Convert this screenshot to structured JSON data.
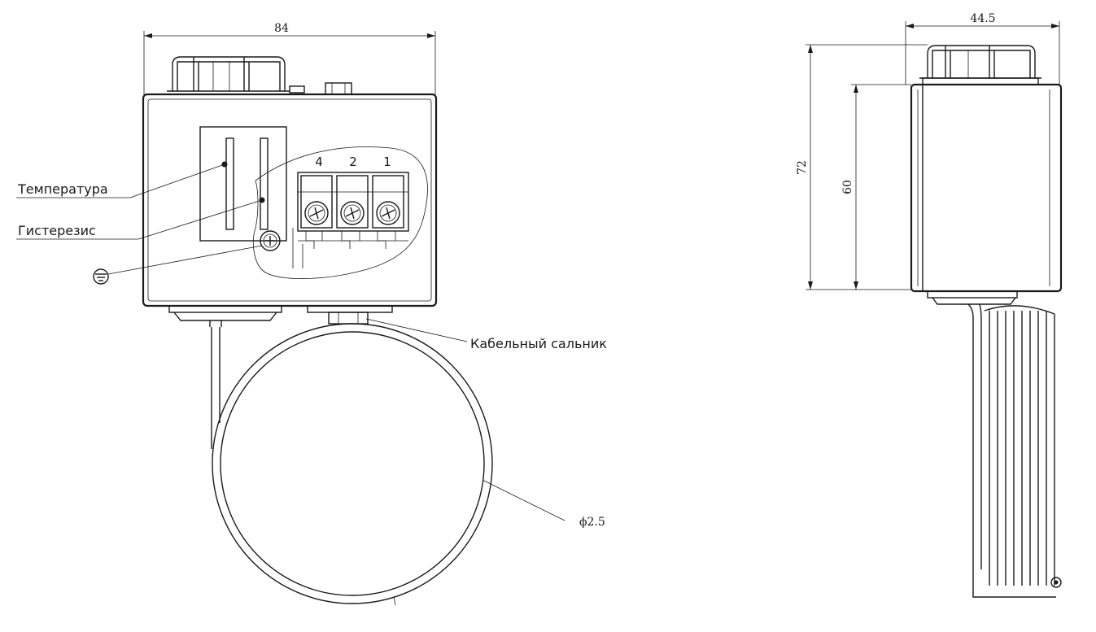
{
  "labels": {
    "temperature": "Температура",
    "hysteresis": "Гистерезис",
    "cable_gland": "Кабельный сальник",
    "capillary_diameter": "ϕ2.5"
  },
  "dimensions": {
    "front_width": "84",
    "side_width": "44.5",
    "total_height": "72",
    "body_height": "60"
  },
  "terminals": [
    "4",
    "2",
    "1"
  ]
}
